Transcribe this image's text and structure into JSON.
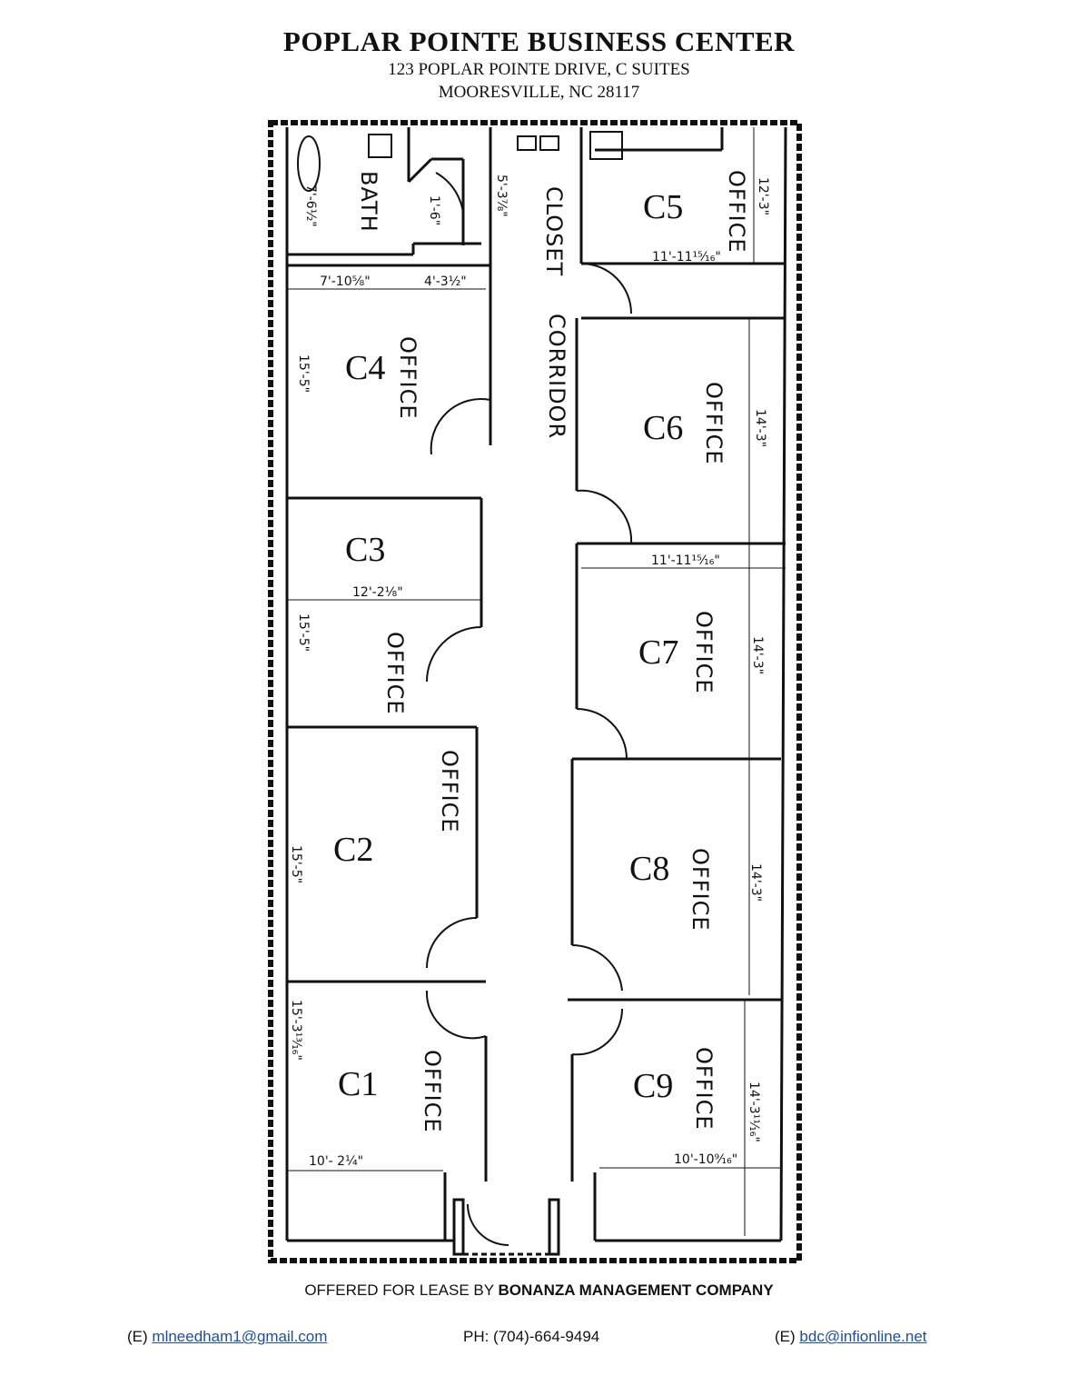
{
  "header": {
    "title": "POPLAR POINTE BUSINESS CENTER",
    "address_line1": "123 POPLAR POINTE DRIVE, C SUITES",
    "address_line2": "MOORESVILLE, NC 28117"
  },
  "plan": {
    "rooms": {
      "c1": "C1",
      "c2": "C2",
      "c3": "C3",
      "c4": "C4",
      "c5": "C5",
      "c6": "C6",
      "c7": "C7",
      "c8": "C8",
      "c9": "C9"
    },
    "labels": {
      "office": "OFFICE",
      "bath": "BATH",
      "closet": "CLOSET",
      "corridor": "CORRIDOR"
    },
    "dimensions": {
      "bath_h": "7'-6½\"",
      "bath_door": "1'-6\"",
      "closet_w": "5'-3⅞\"",
      "c4_w1": "7'-10⅝\"",
      "c4_w2": "4'-3½\"",
      "c4_h": "15'-5\"",
      "c3_w": "12'-2⅛\"",
      "c3_h": "15'-5\"",
      "c2_h": "15'-5\"",
      "c1_h": "15'-3¹³⁄₁₆\"",
      "c1_w": "10'- 2¼\"",
      "c5_w": "11'-11¹⁵⁄₁₆\"",
      "c5_h": "12'-3\"",
      "c6_h": "14'-3\"",
      "c7_w": "11'-11¹⁵⁄₁₆\"",
      "c7_h": "14'-3\"",
      "c8_h": "14'-3\"",
      "c9_h": "14'-3¹¹⁄₁₆\"",
      "c9_w": "10'-10⁹⁄₁₆\""
    }
  },
  "footer": {
    "offered_prefix": "OFFERED FOR LEASE BY",
    "company": "BONANZA MANAGEMENT COMPANY",
    "email1_prefix": "(E)",
    "email1": "mlneedham1@gmail.com",
    "phone": "PH: (704)-664-9494",
    "email2_prefix": "(E)",
    "email2": "bdc@infionline.net"
  }
}
